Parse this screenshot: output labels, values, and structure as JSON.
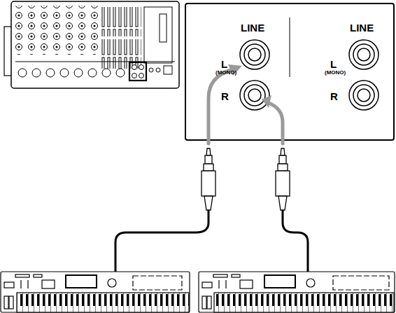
{
  "diagram": {
    "labels": [
      "LINE",
      "L",
      "(MONO)",
      "R",
      "LINE",
      "L",
      "(MONO)",
      "R"
    ]
  }
}
